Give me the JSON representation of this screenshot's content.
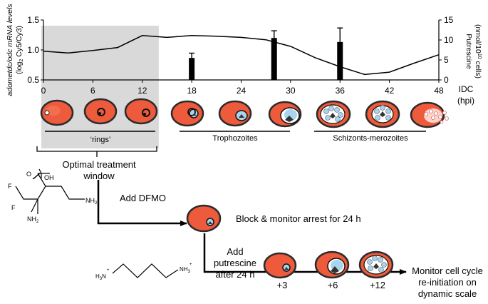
{
  "chart_data": {
    "type": "line",
    "xlabel": "IDC (hpi)",
    "x_ticks": [
      "0",
      "6",
      "12",
      "18",
      "24",
      "30",
      "36",
      "42",
      "48"
    ],
    "xlim": [
      0,
      48
    ],
    "ylabel_left": "adometdc/odc mRNA levels (log2 Cy5/Cy3)",
    "ylim_left": [
      0.5,
      1.5
    ],
    "y_ticks_left": [
      "0.5",
      "1.0",
      "1.5"
    ],
    "ylabel_right": "Putrescine (nmol/10^10 cells)",
    "ylim_right": [
      0,
      15
    ],
    "y_ticks_right": [
      "0",
      "5",
      "10",
      "15"
    ],
    "series": [
      {
        "kind": "line",
        "x": [
          0,
          3,
          6,
          9,
          12,
          15,
          18,
          21,
          24,
          27,
          30,
          33,
          36,
          39,
          42,
          45,
          48
        ],
        "y": [
          0.98,
          0.95,
          0.99,
          1.04,
          1.24,
          1.21,
          1.24,
          1.23,
          1.21,
          1.17,
          1.06,
          0.87,
          0.72,
          0.59,
          0.63,
          0.78,
          0.92
        ]
      },
      {
        "kind": "bar",
        "x": [
          18,
          28,
          36
        ],
        "y": [
          5.5,
          10.5,
          9.5
        ],
        "error": [
          1.2,
          1.8,
          3.5
        ]
      }
    ],
    "shaded_region": [
      0,
      14
    ]
  },
  "labels": {
    "y_left": [
      "adometdc/odc mRNA levels",
      "(log",
      "2",
      " Cy5/Cy3)"
    ],
    "y_right": [
      "Putrescine",
      "(nmol/10",
      "10",
      " cells)"
    ],
    "x_axis_1": "IDC",
    "x_axis_2": "(hpi)"
  },
  "stages": [
    {
      "name": "rings",
      "label": "‘rings’"
    },
    {
      "name": "trophozoites",
      "label": "Trophozoites"
    },
    {
      "name": "schizonts",
      "label": "Schizonts-merozoites"
    }
  ],
  "treatment": {
    "line1": "Optimal treatment",
    "line2": "window"
  },
  "dfmo": {
    "add_label": "Add DFMO",
    "block_label": "Block & monitor arrest for 24 h",
    "atoms": {
      "oh": "OH",
      "o": "O",
      "f": "F",
      "nh2": "NH",
      "nh2_sub": "2"
    }
  },
  "putrescine": {
    "add_lines": [
      "Add",
      "putrescine",
      "after 24 h"
    ],
    "timepoints": [
      "+3",
      "+6",
      "+12"
    ],
    "monitor_lines": [
      "Monitor cell cycle",
      "re-initiation on",
      "dynamic scale"
    ],
    "atoms": {
      "left": "H",
      "left_sub": "3",
      "left_n": "N",
      "plus": "+",
      "right": "NH",
      "right_sub": "3"
    }
  },
  "colors": {
    "cell_fill": "#ee5a3c",
    "cell_outline": "#2b2b2b",
    "parasite": "#a9d4ee",
    "shade": "#d9d9d9"
  }
}
